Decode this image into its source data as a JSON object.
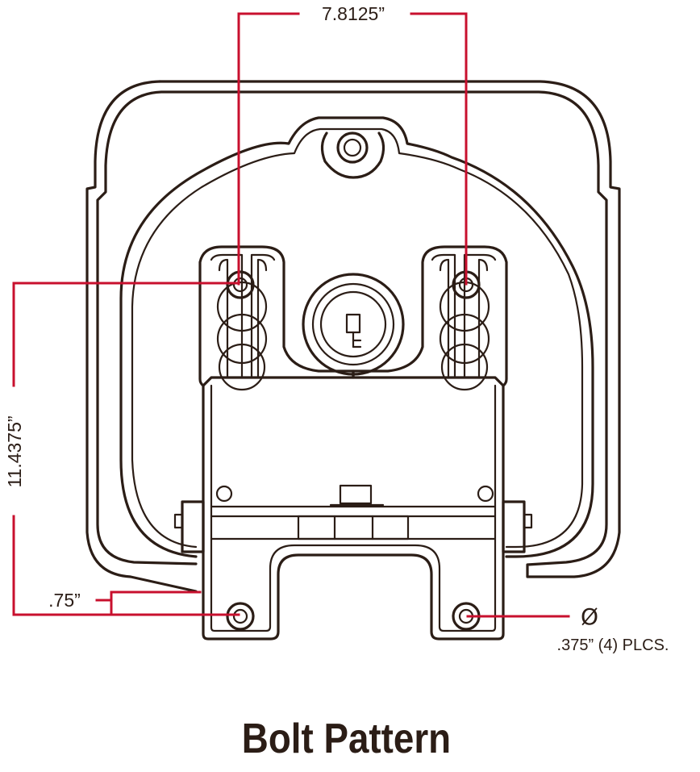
{
  "diagram": {
    "title": "Bolt Pattern",
    "dimensions": {
      "horizontal_spacing": "7.8125”",
      "vertical_spacing": "11.4375”",
      "edge_offset": ".75”"
    },
    "hole_note": {
      "symbol": "Ø",
      "text": ".375” (4) PLCS."
    }
  }
}
